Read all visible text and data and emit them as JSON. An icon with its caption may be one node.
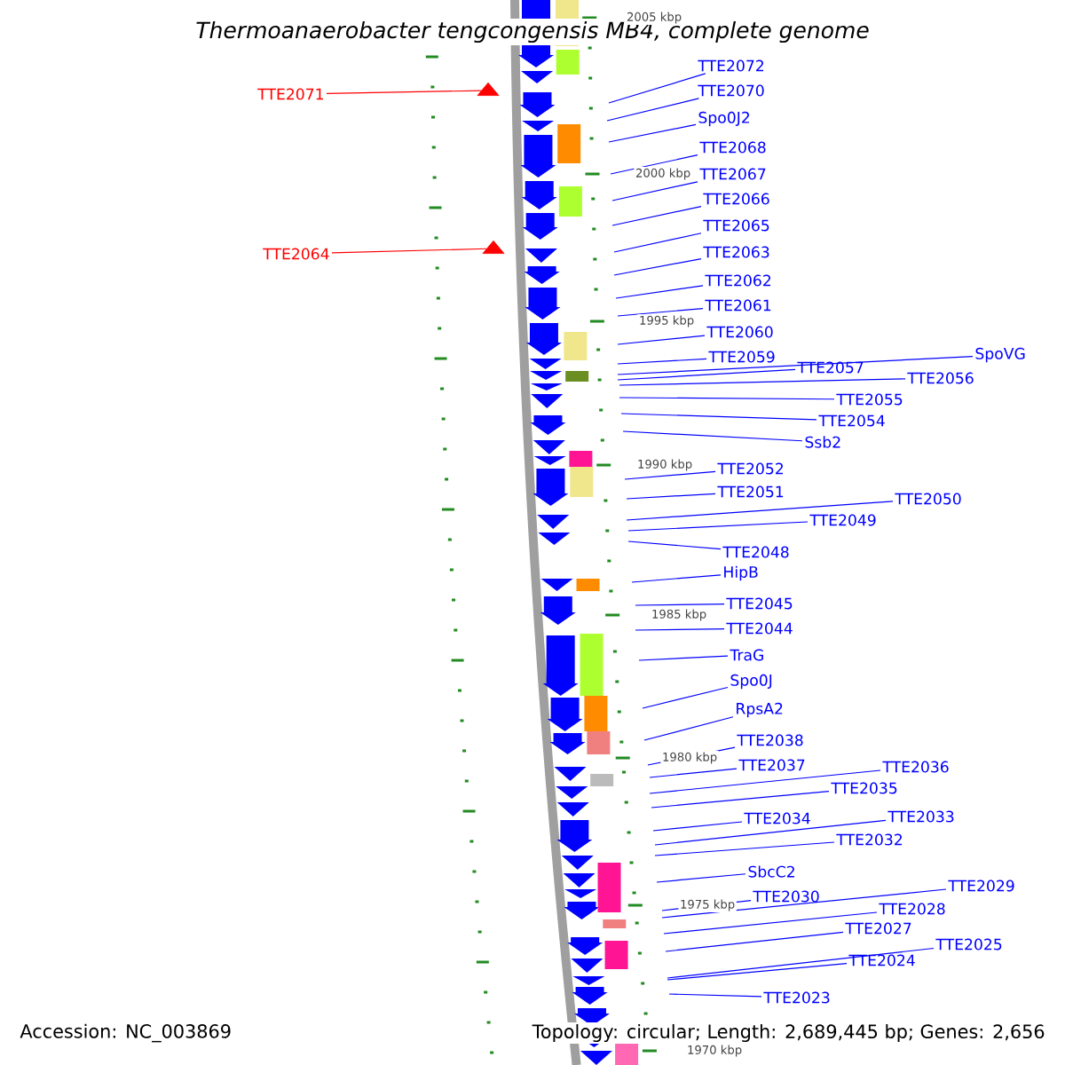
{
  "diagram": {
    "title": "Thermoanaerobacter tengcongensis MB4, complete genome",
    "nodes": [
      {
        "text": [
          "TTE2071"
        ]
      },
      {
        "text": [],
        "shape": "triangle"
      },
      {
        "text": [
          "TTE2064"
        ]
      },
      {
        "text": [],
        "shape": "triangle"
      },
      {
        "text": [
          "TTE2072"
        ]
      },
      {
        "text": [
          "TTE2070"
        ]
      },
      {
        "text": [
          "Spo0J2"
        ]
      },
      {
        "text": [
          "TTE2068"
        ]
      },
      {
        "text": [
          "TTE2067"
        ]
      },
      {
        "text": [
          "TTE2066"
        ]
      },
      {
        "text": [
          "TTE2065"
        ]
      },
      {
        "text": [
          "TTE2063"
        ]
      },
      {
        "text": [
          "TTE2062"
        ]
      },
      {
        "text": [
          "TTE2061"
        ]
      },
      {
        "text": [
          "TTE2060"
        ]
      },
      {
        "text": [
          "TTE2059"
        ]
      },
      {
        "text": [
          "SpoVG"
        ]
      },
      {
        "text": [
          "TTE2057"
        ]
      },
      {
        "text": [
          "TTE2056"
        ]
      },
      {
        "text": [
          "TTE2055"
        ]
      },
      {
        "text": [
          "TTE2054"
        ]
      },
      {
        "text": [
          "Ssb2"
        ]
      },
      {
        "text": [
          "TTE2052"
        ]
      },
      {
        "text": [
          "TTE2051"
        ]
      },
      {
        "text": [
          "TTE2050"
        ]
      },
      {
        "text": [
          "TTE2049"
        ]
      },
      {
        "text": [
          "TTE2048"
        ]
      },
      {
        "text": [
          "HipB"
        ]
      },
      {
        "text": [
          "TTE2045"
        ]
      },
      {
        "text": [
          "TTE2044"
        ]
      },
      {
        "text": [
          "TraG"
        ]
      },
      {
        "text": [
          "Spo0J"
        ]
      },
      {
        "text": [
          "RpsA2"
        ]
      },
      {
        "text": [
          "TTE2038"
        ]
      },
      {
        "text": [
          "TTE2037"
        ]
      },
      {
        "text": [
          "TTE2036"
        ]
      },
      {
        "text": [
          "TTE2035"
        ]
      },
      {
        "text": [
          "TTE2034"
        ]
      },
      {
        "text": [
          "TTE2033"
        ]
      },
      {
        "text": [
          "TTE2032"
        ]
      },
      {
        "text": [
          "SbcC2"
        ]
      },
      {
        "text": [
          "TTE2030"
        ]
      },
      {
        "text": [
          "TTE2029"
        ]
      },
      {
        "text": [
          "TTE2028"
        ]
      },
      {
        "text": [
          "TTE2027"
        ]
      },
      {
        "text": [
          "TTE2025"
        ]
      },
      {
        "text": [
          "TTE2024"
        ]
      },
      {
        "text": [
          "TTE2023"
        ]
      }
    ],
    "edges": [
      {
        "from": 0,
        "to": 1,
        "arrow": "none",
        "color": "#ff0000"
      },
      {
        "from": 2,
        "to": 3,
        "arrow": "none",
        "color": "#ff0000"
      },
      {
        "from": 4,
        "to": null,
        "arrow": "none"
      },
      {
        "from": 5,
        "to": null,
        "arrow": "none"
      },
      {
        "from": 6,
        "to": null,
        "arrow": "none"
      },
      {
        "from": 7,
        "to": null,
        "arrow": "none"
      },
      {
        "from": 8,
        "to": null,
        "arrow": "none"
      },
      {
        "from": 9,
        "to": null,
        "arrow": "none"
      },
      {
        "from": 10,
        "to": null,
        "arrow": "none"
      },
      {
        "from": 11,
        "to": null,
        "arrow": "none"
      },
      {
        "from": 12,
        "to": null,
        "arrow": "none"
      },
      {
        "from": 13,
        "to": null,
        "arrow": "none"
      },
      {
        "from": 14,
        "to": null,
        "arrow": "none"
      },
      {
        "from": 15,
        "to": null,
        "arrow": "none"
      },
      {
        "from": 16,
        "to": null,
        "arrow": "none"
      },
      {
        "from": 17,
        "to": null,
        "arrow": "none"
      },
      {
        "from": 18,
        "to": null,
        "arrow": "none"
      },
      {
        "from": 19,
        "to": null,
        "arrow": "none"
      },
      {
        "from": 20,
        "to": null,
        "arrow": "none"
      },
      {
        "from": 21,
        "to": null,
        "arrow": "none"
      },
      {
        "from": 22,
        "to": null,
        "arrow": "none"
      },
      {
        "from": 23,
        "to": null,
        "arrow": "none"
      },
      {
        "from": 24,
        "to": null,
        "arrow": "none"
      },
      {
        "from": 25,
        "to": null,
        "arrow": "none"
      },
      {
        "from": 26,
        "to": null,
        "arrow": "none"
      },
      {
        "from": 27,
        "to": null,
        "arrow": "none"
      },
      {
        "from": 28,
        "to": null,
        "arrow": "none"
      },
      {
        "from": 29,
        "to": null,
        "arrow": "none"
      },
      {
        "from": 30,
        "to": null,
        "arrow": "none"
      },
      {
        "from": 31,
        "to": null,
        "arrow": "none"
      },
      {
        "from": 32,
        "to": null,
        "arrow": "none"
      },
      {
        "from": 33,
        "to": null,
        "arrow": "none"
      },
      {
        "from": 34,
        "to": null,
        "arrow": "none"
      },
      {
        "from": 35,
        "to": null,
        "arrow": "none"
      },
      {
        "from": 36,
        "to": null,
        "arrow": "none"
      },
      {
        "from": 37,
        "to": null,
        "arrow": "none"
      },
      {
        "from": 38,
        "to": null,
        "arrow": "none"
      },
      {
        "from": 39,
        "to": null,
        "arrow": "none"
      },
      {
        "from": 40,
        "to": null,
        "arrow": "none"
      },
      {
        "from": 41,
        "to": null,
        "arrow": "none"
      },
      {
        "from": 42,
        "to": null,
        "arrow": "none"
      },
      {
        "from": 43,
        "to": null,
        "arrow": "none"
      },
      {
        "from": 44,
        "to": null,
        "arrow": "none"
      },
      {
        "from": 45,
        "to": null,
        "arrow": "none"
      },
      {
        "from": 46,
        "to": null,
        "arrow": "none"
      },
      {
        "from": 47,
        "to": null,
        "arrow": "none"
      }
    ],
    "labels": [
      "2005 kbp",
      "2000 kbp",
      "1995 kbp",
      "1990 kbp",
      "1985 kbp",
      "1980 kbp",
      "1975 kbp",
      "1970 kbp",
      "Accession: NC_003869",
      "Topology: circular; Length: 2,689,445 bp; Genes: 2,656"
    ]
  }
}
